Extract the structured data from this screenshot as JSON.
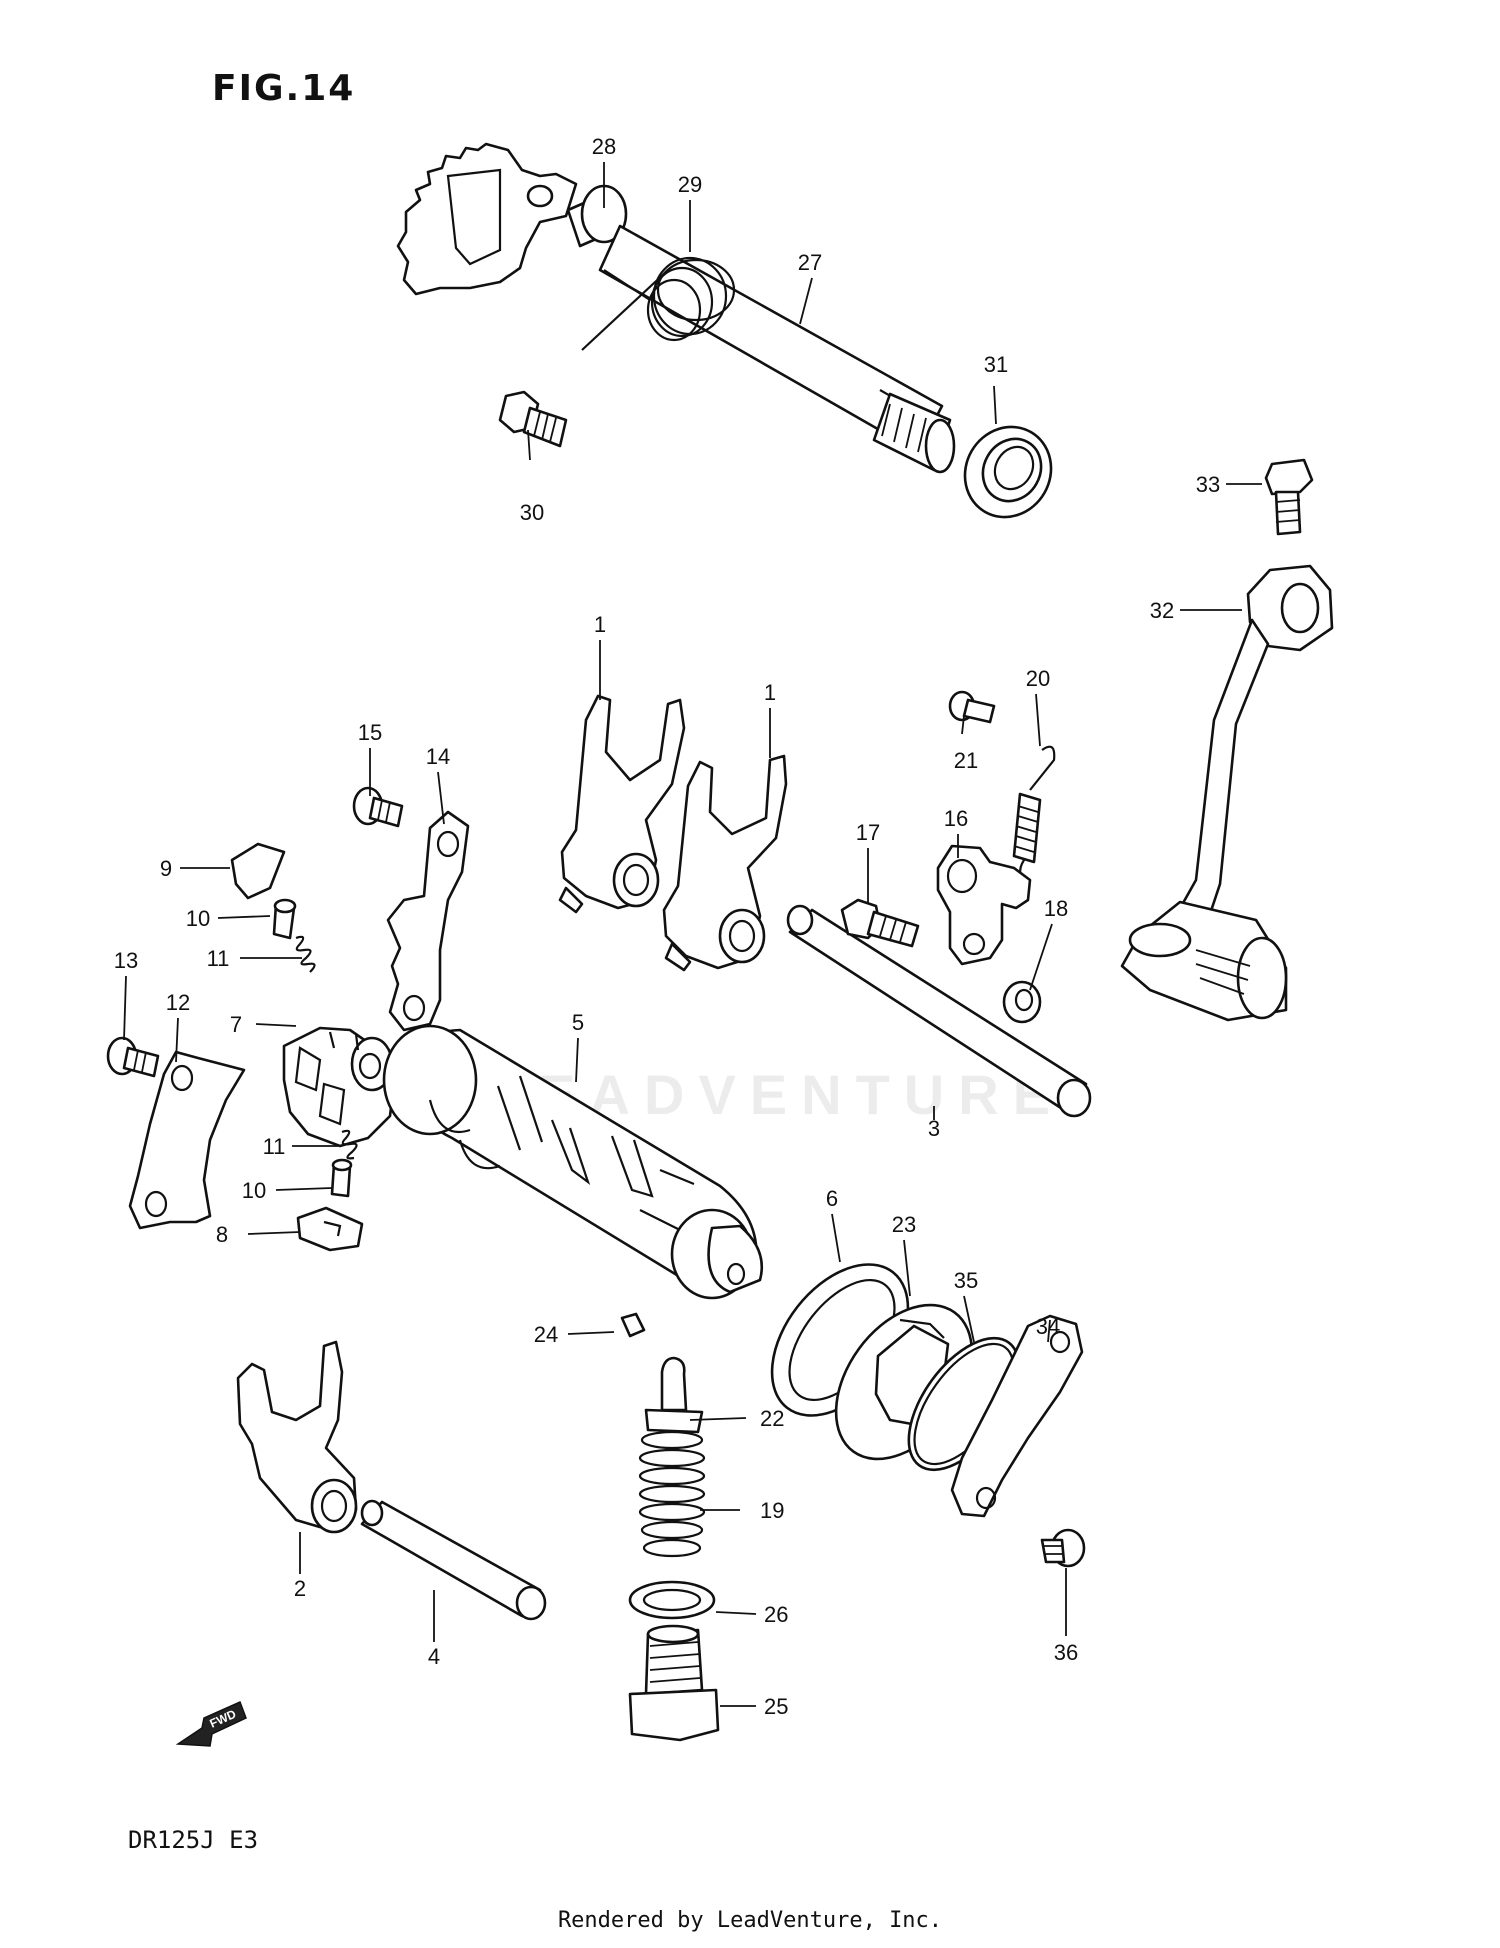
{
  "figure": {
    "title": "FIG.14"
  },
  "model_code": "DR125J E3",
  "footer": "Rendered by LeadVenture, Inc.",
  "watermark": "LEADVENTURE",
  "fwd_label": "FWD",
  "callouts": {
    "c1a": "1",
    "c1b": "1",
    "c2": "2",
    "c3": "3",
    "c4": "4",
    "c5": "5",
    "c6": "6",
    "c7": "7",
    "c8": "8",
    "c9": "9",
    "c10a": "10",
    "c10b": "10",
    "c11a": "11",
    "c11b": "11",
    "c12": "12",
    "c13": "13",
    "c14": "14",
    "c15": "15",
    "c16": "16",
    "c17": "17",
    "c18": "18",
    "c19": "19",
    "c20": "20",
    "c21": "21",
    "c22": "22",
    "c23": "23",
    "c24": "24",
    "c25": "25",
    "c26": "26",
    "c27": "27",
    "c28": "28",
    "c29": "29",
    "c30": "30",
    "c31": "31",
    "c32": "32",
    "c33": "33",
    "c34": "34",
    "c35": "35",
    "c36": "36"
  }
}
